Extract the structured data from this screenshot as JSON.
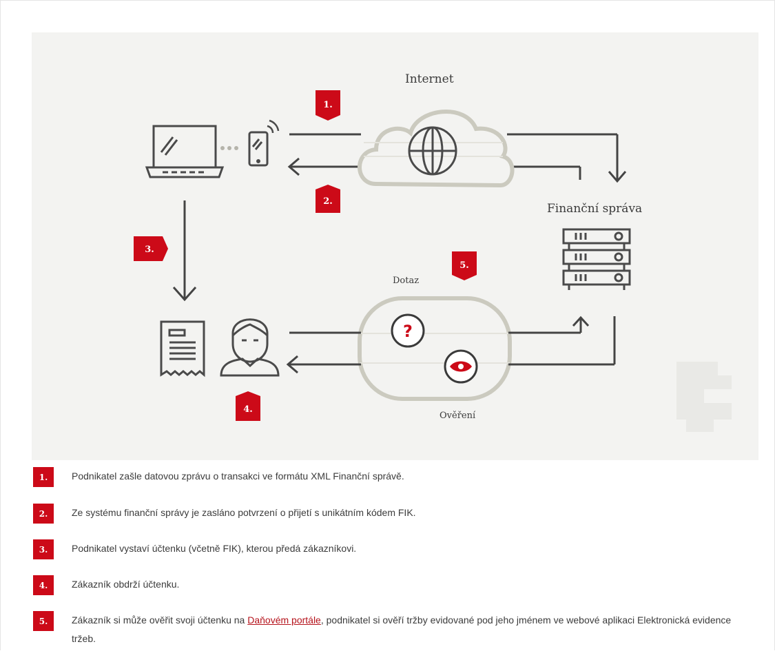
{
  "diagram": {
    "internet_label": "Internet",
    "financial_admin_label": "Finanční správa",
    "query_label": "Dotaz",
    "verification_label": "Ověření",
    "badges": [
      "1.",
      "2.",
      "3.",
      "4.",
      "5."
    ],
    "question_glyph": "?",
    "accent_color": "#cc0a18",
    "line_color": "#444444",
    "cloud_color": "#c9c8bd"
  },
  "steps": [
    {
      "num": "1.",
      "text": "Podnikatel zašle datovou zprávu o transakci ve formátu XML Finanční správě."
    },
    {
      "num": "2.",
      "text": "Ze systému finanční správy je zasláno potvrzení o přijetí s unikátním kódem FIK."
    },
    {
      "num": "3.",
      "text": "Podnikatel vystaví účtenku (včetně FIK), kterou předá zákazníkovi."
    },
    {
      "num": "4.",
      "text": "Zákazník obdrží účtenku."
    },
    {
      "num": "5.",
      "text_before": "Zákazník si může ověřit svoji účtenku na ",
      "link": "Daňovém portále",
      "text_after": ", podnikatel si ověří tržby evidované pod jeho jménem ve webové aplikaci Elektronická evidence tržeb."
    }
  ]
}
